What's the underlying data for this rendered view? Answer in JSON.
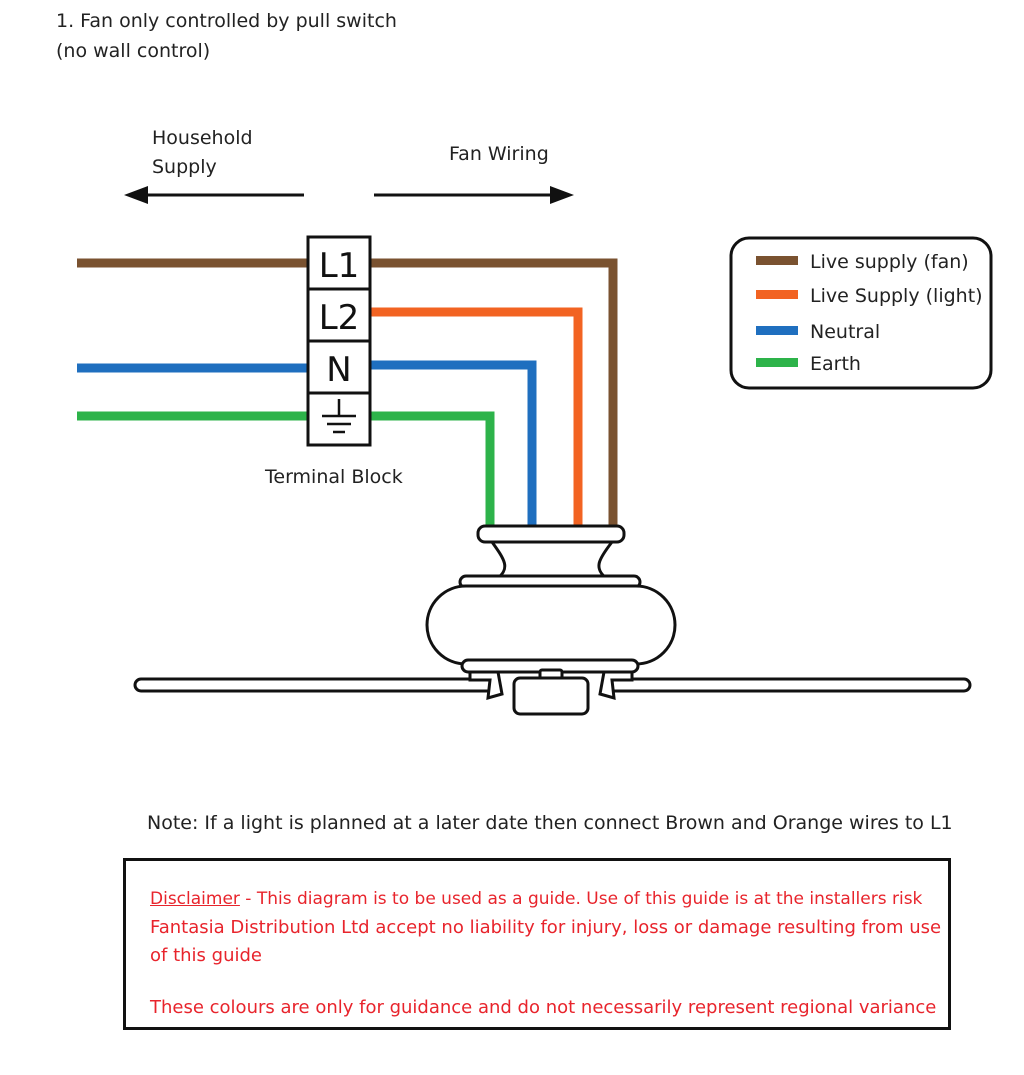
{
  "header": {
    "title_line1": "1. Fan only controlled by pull switch",
    "title_line2": "(no wall control)"
  },
  "labels": {
    "household_line1": "Household",
    "household_line2": "Supply",
    "fan_wiring": "Fan Wiring",
    "terminal_block": "Terminal Block"
  },
  "terminals": [
    "L1",
    "L2",
    "N"
  ],
  "legend": [
    {
      "label": "Live supply (fan)",
      "color": "#7a5230"
    },
    {
      "label": "Live Supply (light)",
      "color": "#f26322"
    },
    {
      "label": "Neutral",
      "color": "#1f6fbf"
    },
    {
      "label": "Earth",
      "color": "#2db34a"
    }
  ],
  "note": "Note: If a light is planned at a later date then connect Brown and Orange wires to L1",
  "disclaimer": {
    "link": "Disclaimer",
    "line1_rest": " - This diagram is to be used as a guide.  Use of this guide is at the installers risk",
    "line2": "Fantasia Distribution Ltd accept no liability for injury, loss or damage resulting from use",
    "line3": "of this guide",
    "line4": "These colours are only for guidance and do not necessarily represent regional variance"
  },
  "colors": {
    "brown": "#7a5230",
    "orange": "#f26322",
    "blue": "#1f6fbf",
    "green": "#2db34a",
    "disclaimer_red": "#e8242c"
  }
}
